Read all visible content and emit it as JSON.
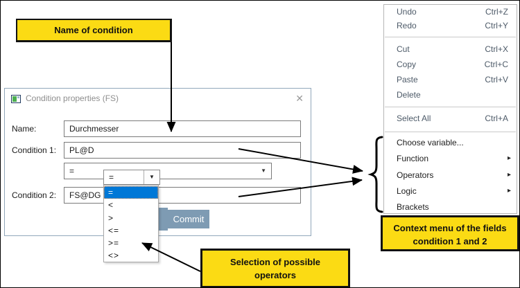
{
  "callouts": {
    "bg_color": "#FBDB14",
    "name": {
      "text": "Name of condition"
    },
    "operators": {
      "line1": "Selection of possible",
      "line2": "operators"
    },
    "context": {
      "line1": "Context menu  of the fields",
      "line2": "condition 1 and 2"
    }
  },
  "dialog": {
    "title": "Condition properties (FS)",
    "close_glyph": "✕",
    "name_label": "Name:",
    "name_value": "Durchmesser",
    "condition1_label": "Condition 1:",
    "condition1_value": "PL@D",
    "condition2_label": "Condition 2:",
    "condition2_value": "FS@DG",
    "operator_value": "=",
    "commit_label": "Commit",
    "commit_color": "#7E9BB3",
    "combo_arrow_glyph": "▼"
  },
  "operator_dropdown": {
    "value": "=",
    "selected_index": 0,
    "selection_color": "#0078D7",
    "options": [
      "=",
      "<",
      ">",
      "<=",
      ">=",
      "<>"
    ]
  },
  "context_menu": {
    "submenu_glyph": "▸",
    "items": [
      {
        "label": "Undo",
        "shortcut": "Ctrl+Z"
      },
      {
        "label": "Redo",
        "shortcut": "Ctrl+Y"
      },
      {
        "label": "Cut",
        "shortcut": "Ctrl+X"
      },
      {
        "label": "Copy",
        "shortcut": "Ctrl+C"
      },
      {
        "label": "Paste",
        "shortcut": "Ctrl+V"
      },
      {
        "label": "Delete",
        "shortcut": ""
      },
      {
        "label": "Select All",
        "shortcut": "Ctrl+A"
      },
      {
        "label": "Choose variable...",
        "shortcut": ""
      },
      {
        "label": "Function",
        "submenu": true
      },
      {
        "label": "Operators",
        "submenu": true
      },
      {
        "label": "Logic",
        "submenu": true
      },
      {
        "label": "Brackets",
        "submenu": false
      }
    ]
  }
}
